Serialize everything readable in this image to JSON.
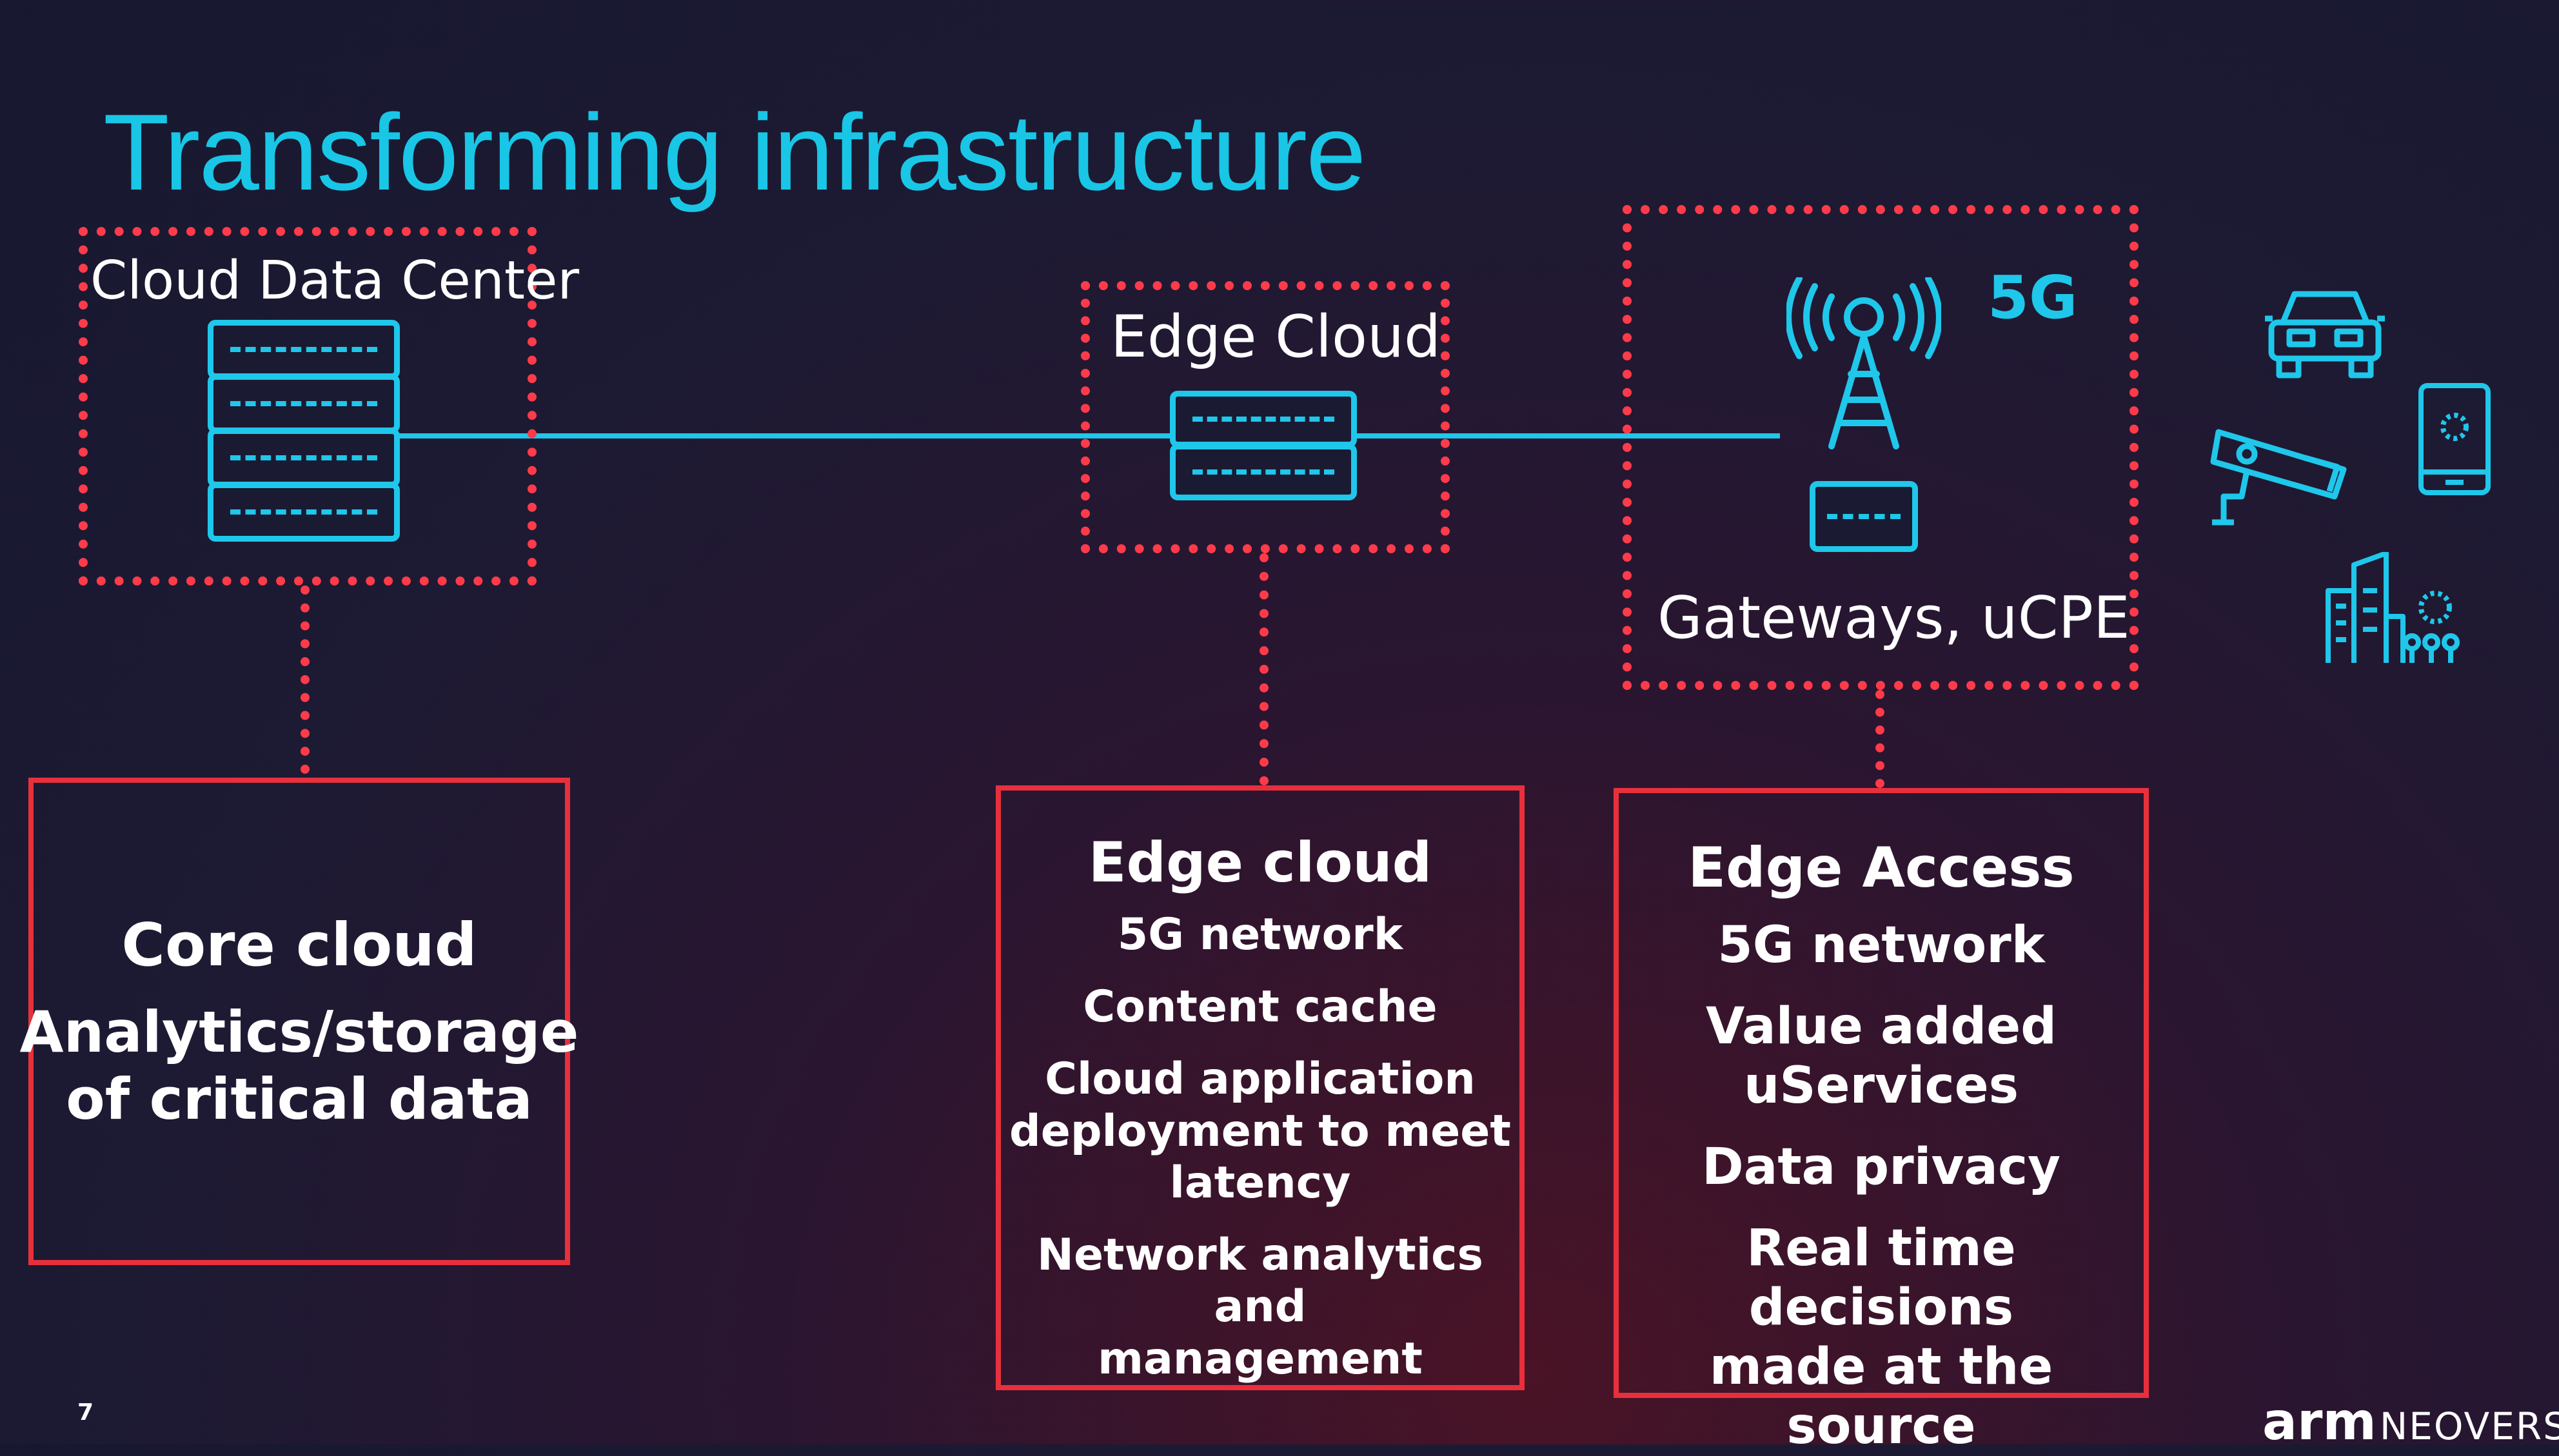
{
  "title": "Transforming infrastructure",
  "top_boxes": {
    "cloud_dc": {
      "label": "Cloud Data Center"
    },
    "edge_cloud": {
      "label": "Edge Cloud"
    },
    "gateways": {
      "label": "Gateways, uCPE",
      "badge": "5G"
    }
  },
  "bottom_boxes": {
    "core": {
      "heading": "Core cloud",
      "items": [
        "Analytics/storage",
        "of critical data"
      ]
    },
    "edge": {
      "heading": "Edge cloud",
      "items": [
        "5G network",
        "Content cache",
        "Cloud application",
        "deployment to meet",
        "latency",
        "Network analytics and",
        "management"
      ]
    },
    "access": {
      "heading": "Edge Access",
      "items": [
        "5G network",
        "Value added",
        "uServices",
        "Data privacy",
        "Real time decisions",
        "made at the source"
      ]
    }
  },
  "device_icons": [
    "car-icon",
    "security-camera-icon",
    "smartphone-icon",
    "smart-city-icon"
  ],
  "footer": {
    "page_number": "7",
    "brand_arm": "arm",
    "brand_product": "NEOVERSE"
  },
  "colors": {
    "accent_cyan": "#1fc7ea",
    "accent_red": "#ff3b4a",
    "background": "#1d1a33"
  }
}
